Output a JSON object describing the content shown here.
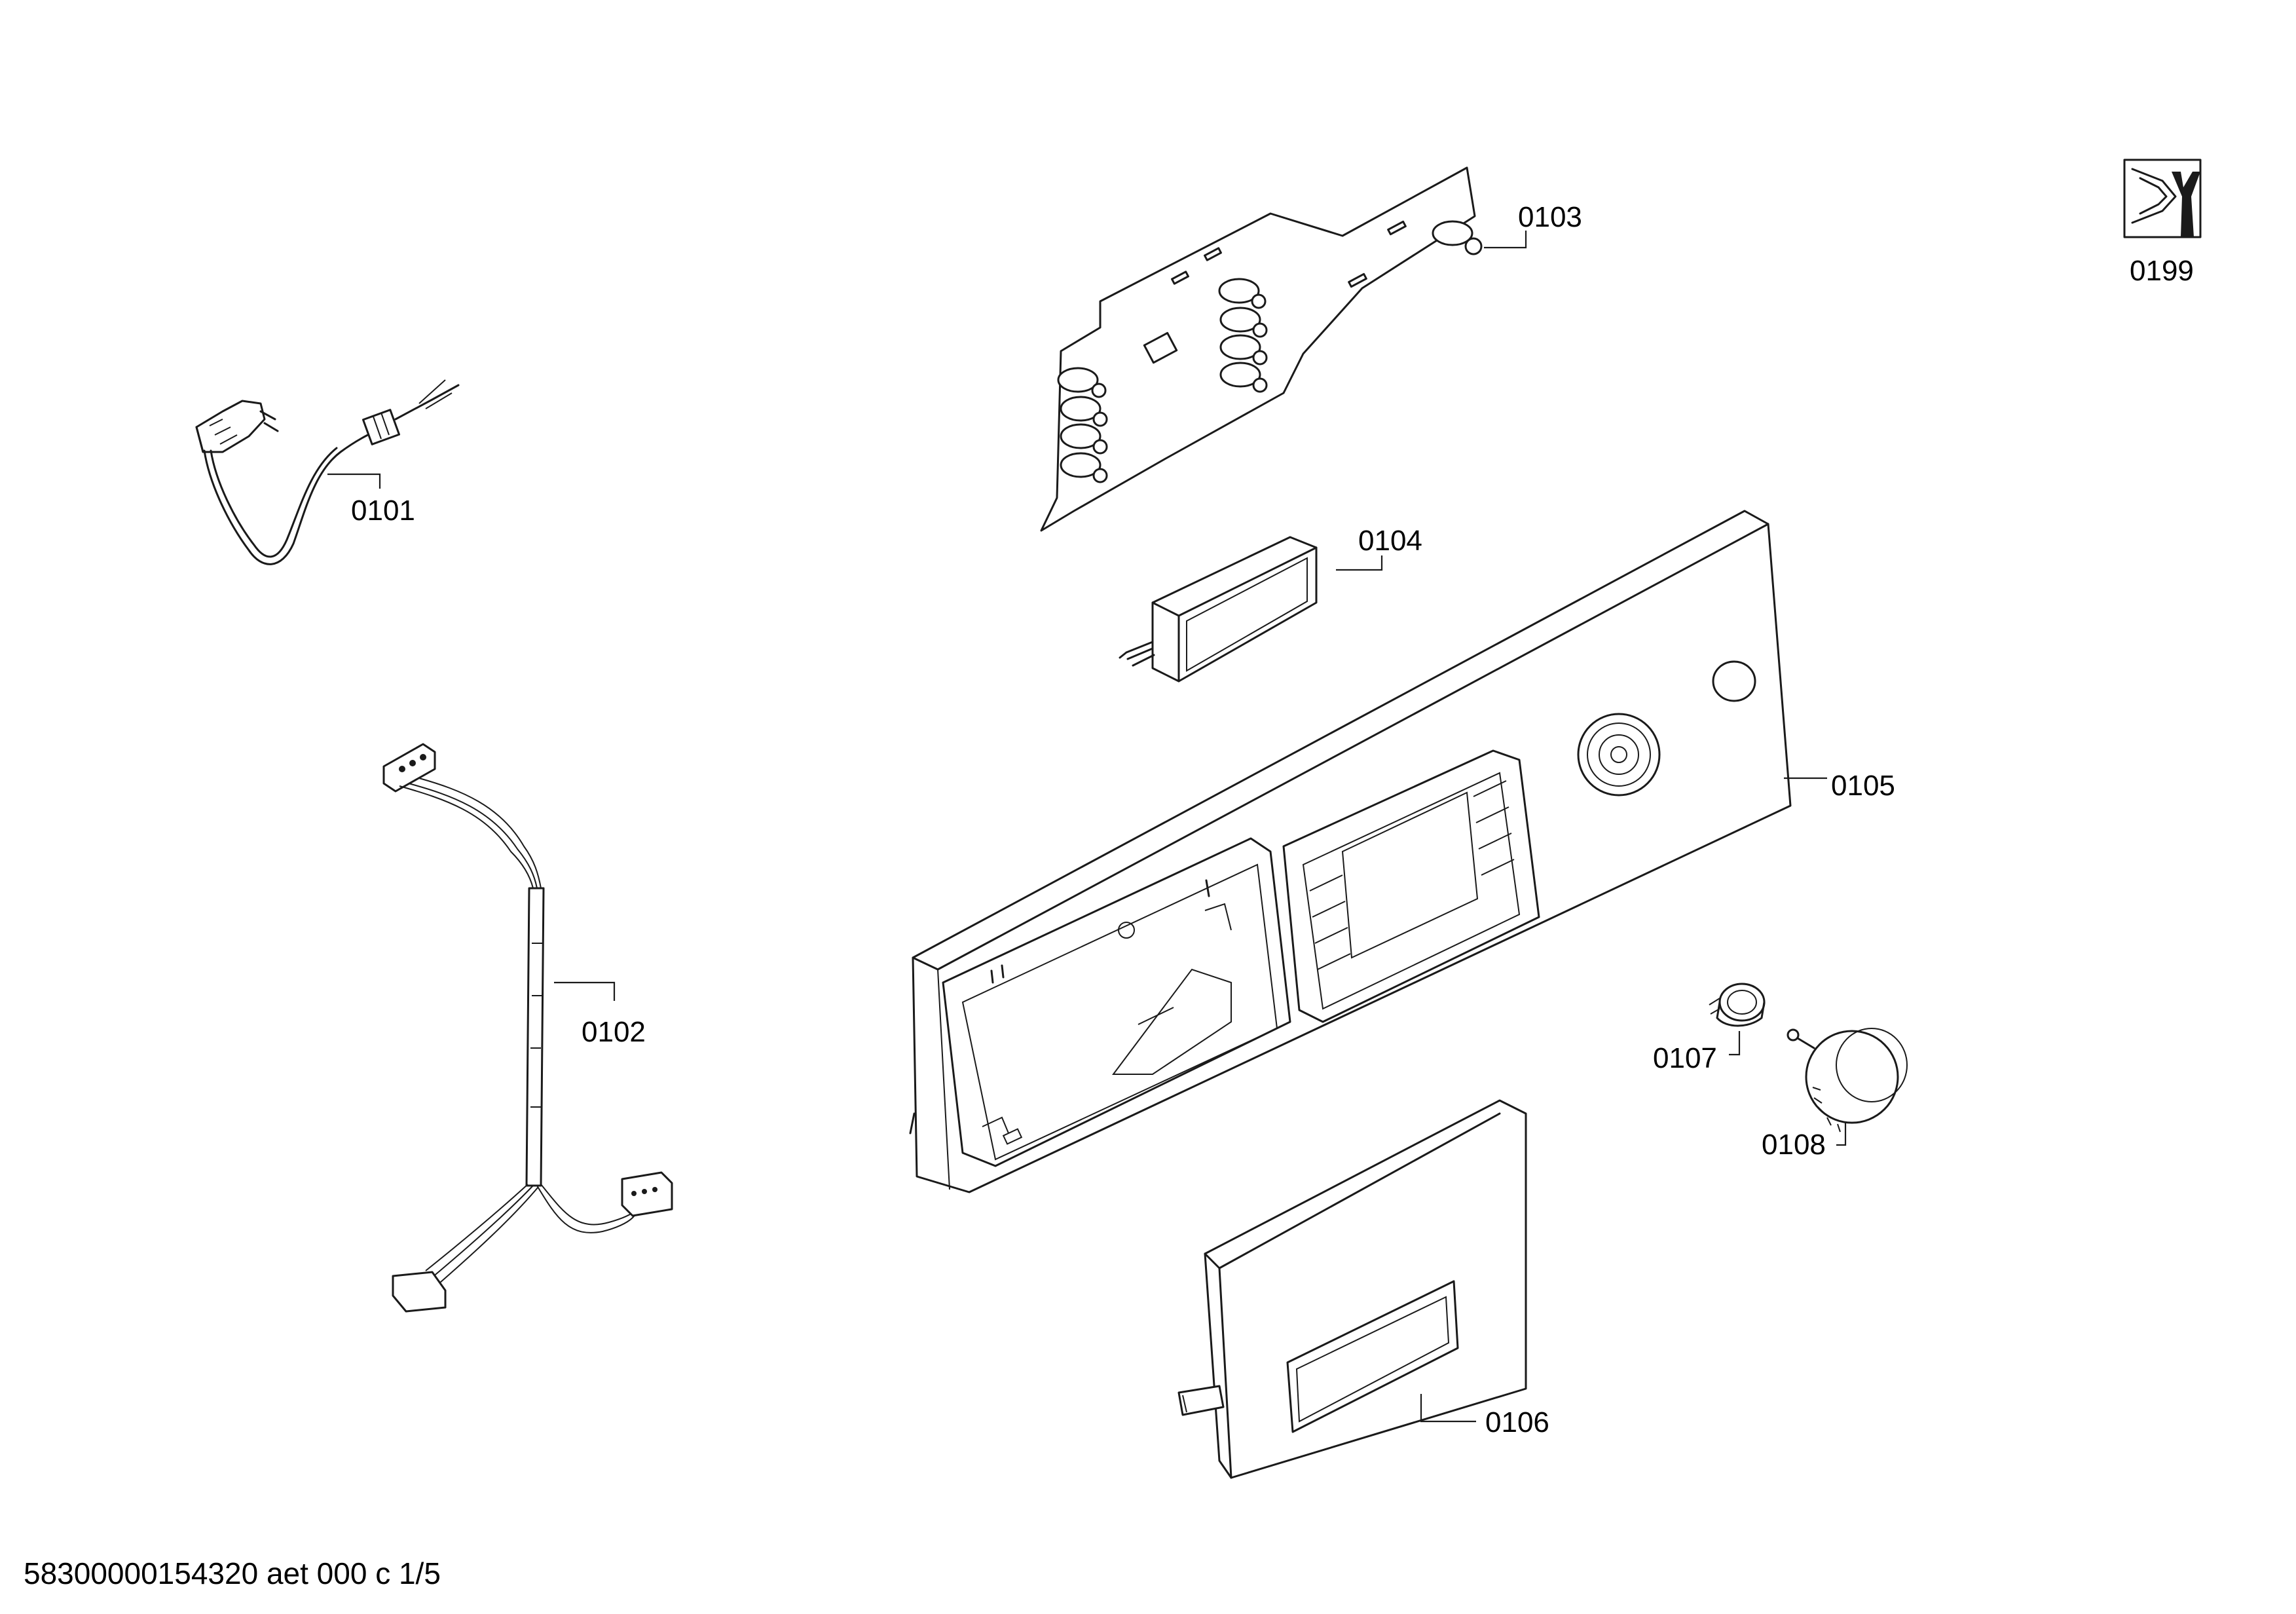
{
  "callouts": {
    "c0101": "0101",
    "c0102": "0102",
    "c0103": "0103",
    "c0104": "0104",
    "c0105": "0105",
    "c0106": "0106",
    "c0107": "0107",
    "c0108": "0108",
    "c0199": "0199"
  },
  "footer": {
    "drawing_id": "58300000154320 aet 000 c 1/5"
  },
  "icons": {
    "service_icon": "wrench-service-icon"
  }
}
